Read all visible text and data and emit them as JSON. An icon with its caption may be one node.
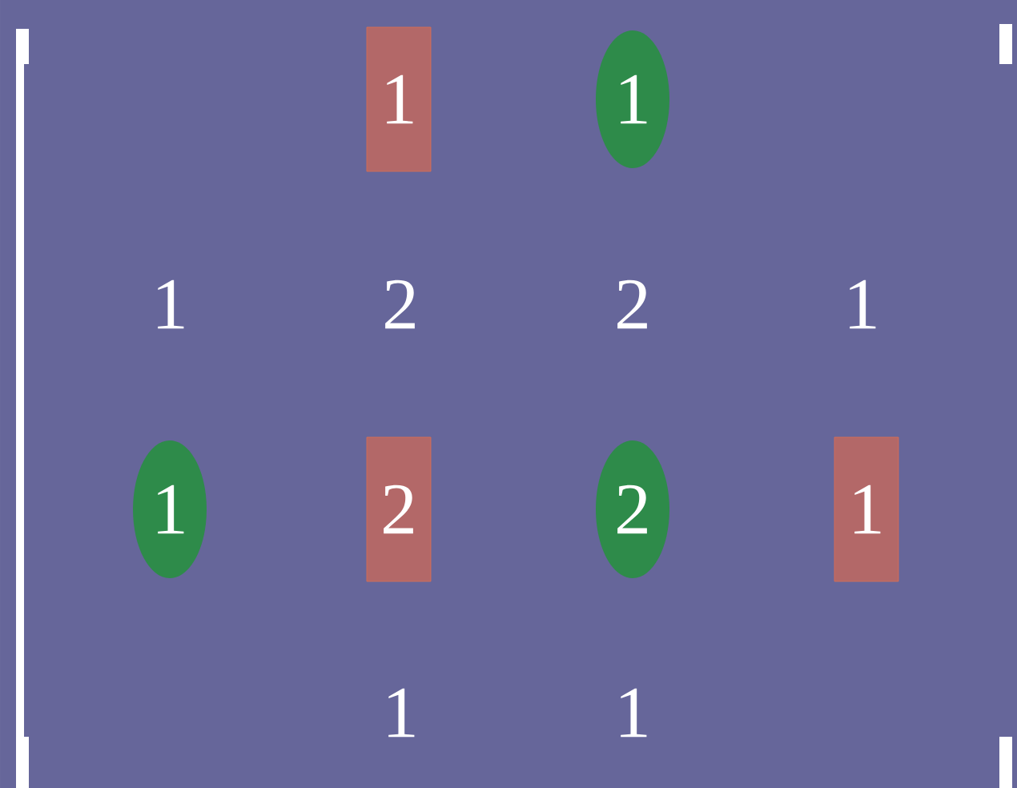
{
  "diagram": {
    "nodes": [
      {
        "text": [
          "1"
        ]
      },
      {
        "text": [
          "1"
        ]
      },
      {
        "text": [
          "1"
        ]
      },
      {
        "text": [
          "2"
        ]
      },
      {
        "text": [
          "2"
        ]
      },
      {
        "text": [
          "1"
        ]
      }
    ],
    "labels": [
      "1",
      "2",
      "2",
      "1",
      "1",
      "1"
    ]
  }
}
